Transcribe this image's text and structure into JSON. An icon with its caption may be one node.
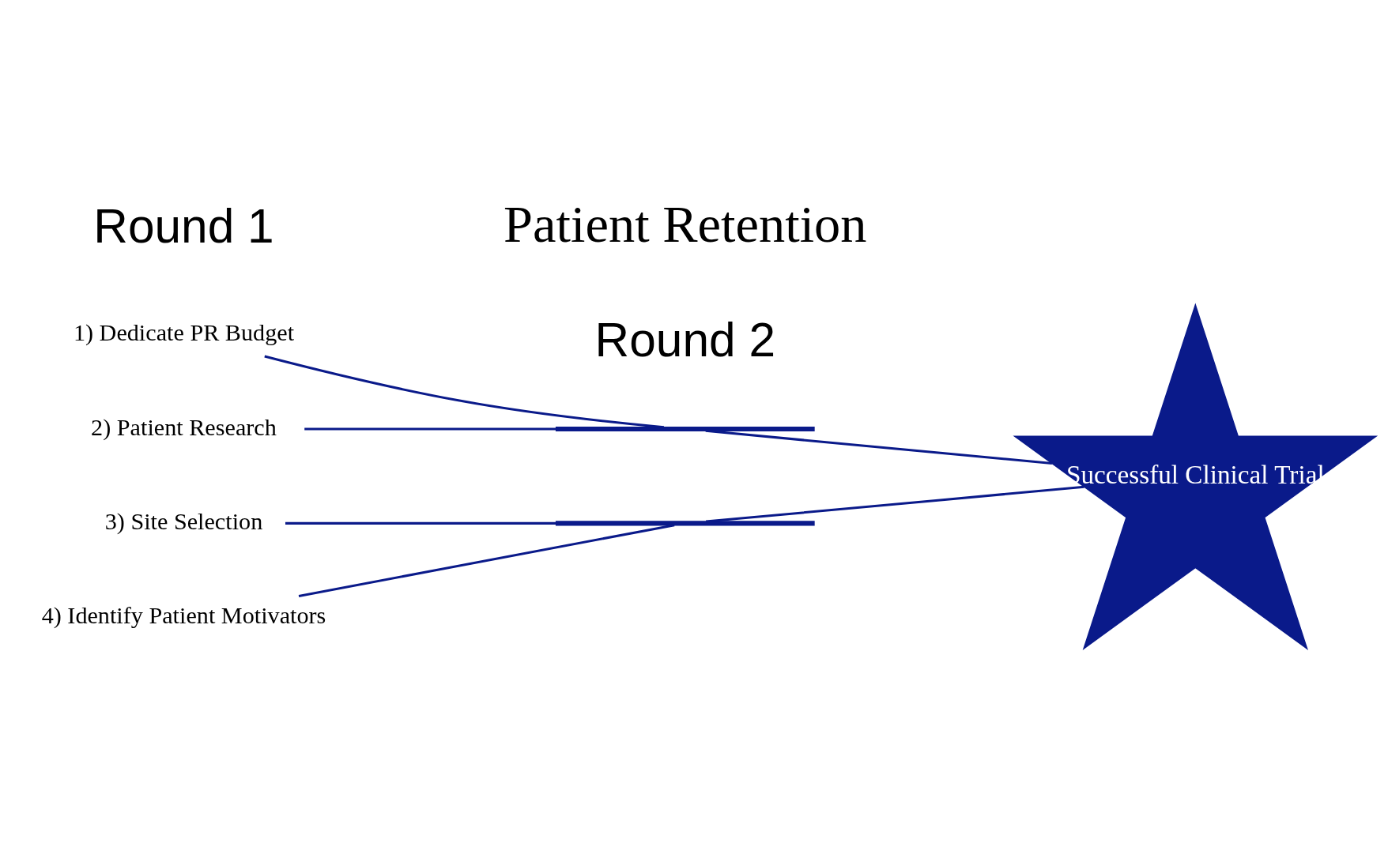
{
  "diagram": {
    "nodes": [
      {
        "text": [
          "1) Dedicate PR Budget"
        ]
      },
      {
        "text": [
          "2) Patient Research"
        ]
      },
      {
        "text": [
          "3) Site Selection"
        ]
      },
      {
        "text": [
          "4) Identify Patient Motivators"
        ]
      },
      {
        "text": [],
        "shape": "bar"
      },
      {
        "text": [],
        "shape": "bar"
      },
      {
        "text": [
          "Successful Clinical Trial"
        ]
      }
    ],
    "edges": [
      {
        "from": 0,
        "to": 4,
        "arrow": "none"
      },
      {
        "from": 1,
        "to": 4,
        "arrow": "none"
      },
      {
        "from": 2,
        "to": 5,
        "arrow": "none"
      },
      {
        "from": 3,
        "to": 5,
        "arrow": "none"
      },
      {
        "from": 4,
        "to": 6,
        "arrow": "none"
      },
      {
        "from": 5,
        "to": 6,
        "arrow": "none"
      }
    ],
    "labels": [
      "Round 1",
      "Round 2",
      "Patient Retention"
    ]
  }
}
